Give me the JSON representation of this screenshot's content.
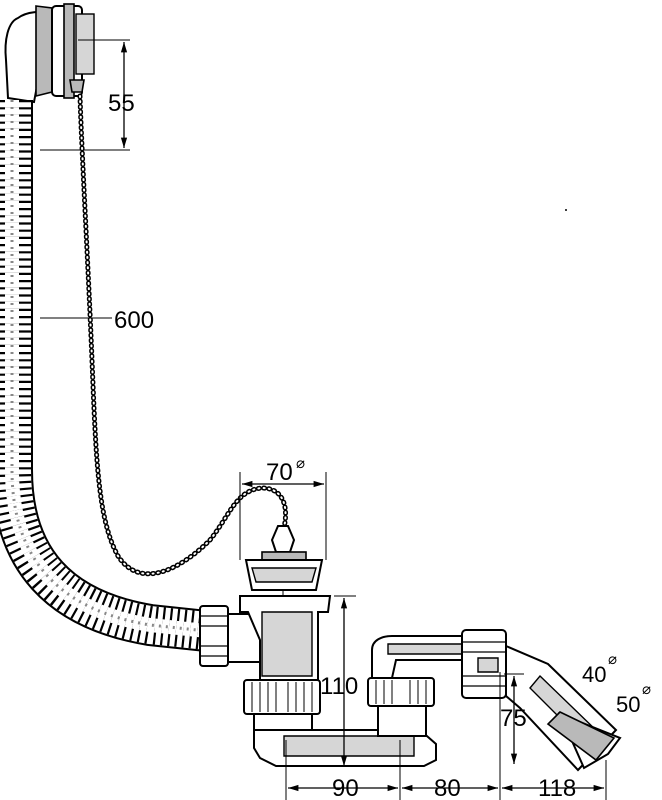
{
  "drawing": {
    "dimensions": {
      "overflow_height": "55",
      "hose_length": "600",
      "strainer_diameter": "70",
      "trap_height": "110",
      "outlet_drop": "75",
      "span_a": "90",
      "span_b": "80",
      "span_c": "118",
      "outlet_diameter_small": "40",
      "outlet_diameter_large": "50"
    },
    "diameter_symbol": "⌀"
  }
}
